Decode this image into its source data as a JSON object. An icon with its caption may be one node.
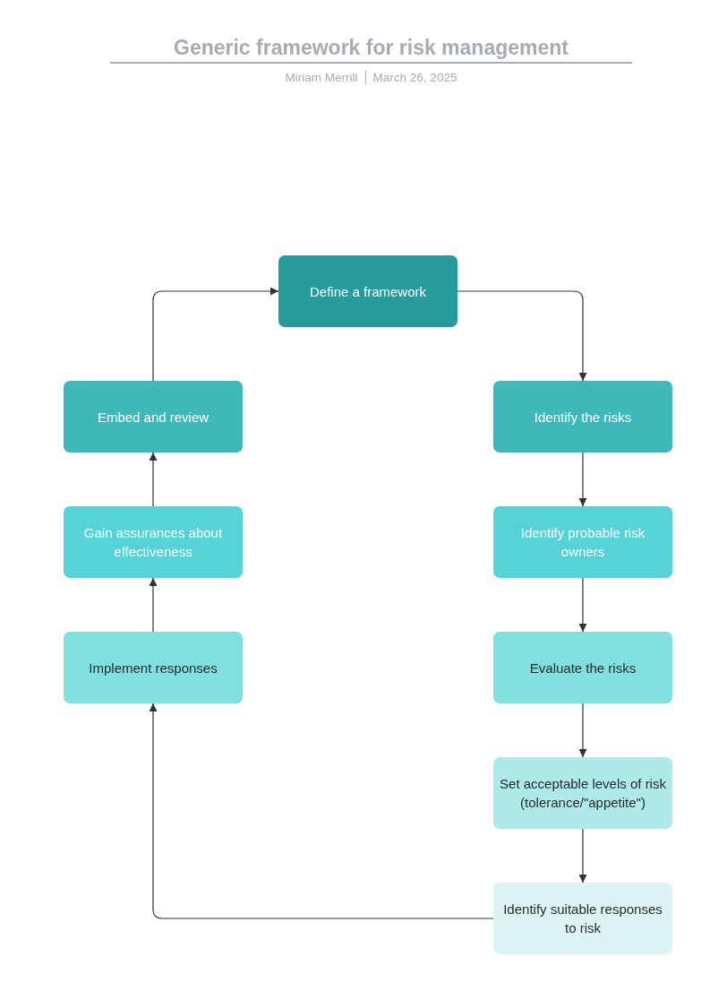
{
  "diagram": {
    "title": "Generic framework for risk management",
    "nodes": [
      {
        "text": [
          "Define a framework"
        ]
      },
      {
        "text": [
          "Identify the risks"
        ]
      },
      {
        "text": [
          "Identify probable risk owners"
        ]
      },
      {
        "text": [
          "Evaluate the risks"
        ]
      },
      {
        "text": [
          "Set acceptable levels of risk (tolerance/\"appetite\")"
        ]
      },
      {
        "text": [
          "Identify suitable responses to risk"
        ]
      },
      {
        "text": [
          "Implement responses"
        ]
      },
      {
        "text": [
          "Gain assurances about effectiveness"
        ]
      },
      {
        "text": [
          "Embed and review"
        ]
      }
    ],
    "edges": [
      {
        "from": 0,
        "to": 1,
        "arrow": "to"
      },
      {
        "from": 1,
        "to": 2,
        "arrow": "to"
      },
      {
        "from": 2,
        "to": 3,
        "arrow": "to"
      },
      {
        "from": 3,
        "to": 4,
        "arrow": "to"
      },
      {
        "from": 4,
        "to": 5,
        "arrow": "to"
      },
      {
        "from": 5,
        "to": 6,
        "arrow": "to"
      },
      {
        "from": 6,
        "to": 7,
        "arrow": "to"
      },
      {
        "from": 7,
        "to": 8,
        "arrow": "to"
      },
      {
        "from": 8,
        "to": 0,
        "arrow": "to"
      }
    ],
    "labels": [
      "Miriam Merrill",
      "March 26, 2025"
    ]
  }
}
